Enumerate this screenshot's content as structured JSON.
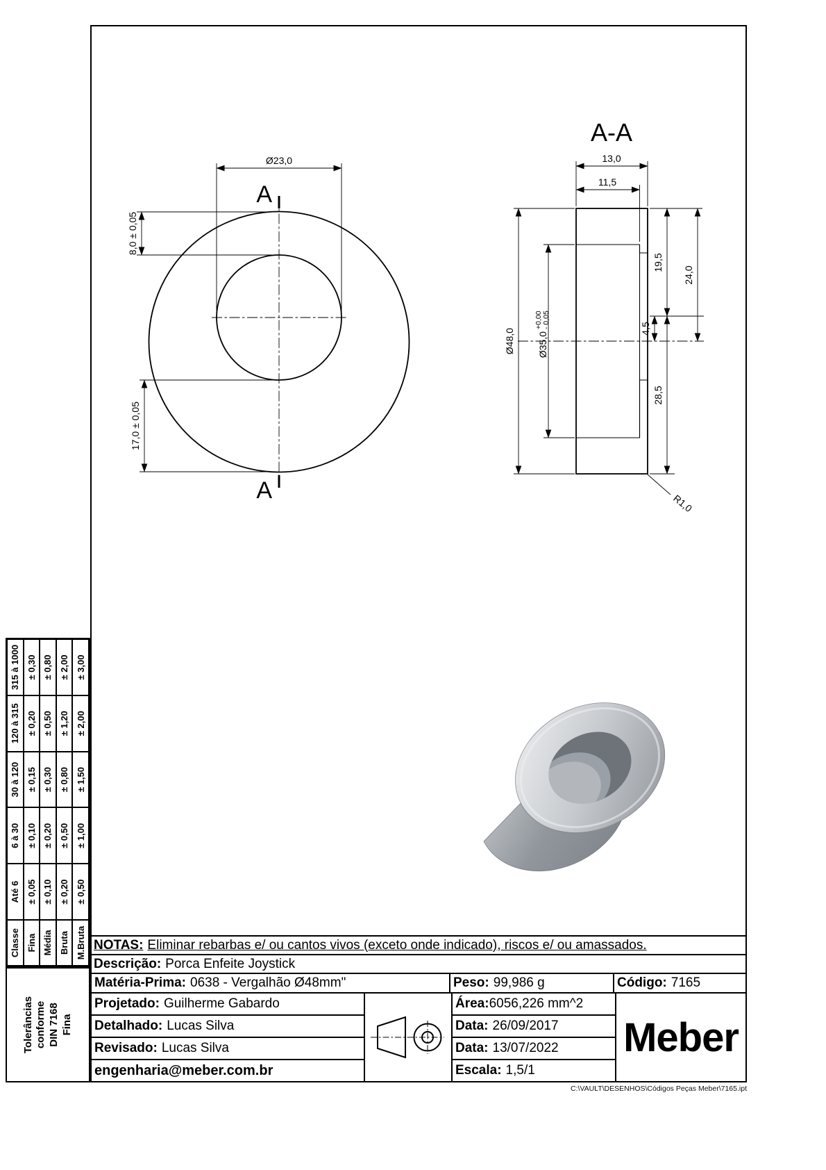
{
  "colors": {
    "hatch_green": "#4aa04d",
    "line": "#000000",
    "part_gray_light": "#e8eaec",
    "part_gray_dark": "#7c8187"
  },
  "front_view": {
    "section_label_top": "A",
    "section_label_bottom": "A",
    "dim_bore": "Ø23,0",
    "dim_offset_top": "8,0 ± 0,05",
    "dim_offset_bottom": "17,0 ± 0,05"
  },
  "section_view": {
    "title": "A-A",
    "dim_total_width": "13,0",
    "dim_bore_depth": "11,5",
    "dim_outer_diameter": "Ø48,0",
    "dim_counterbore_diameter": "Ø35,0",
    "dim_counterbore_tol_plus": "+0,00",
    "dim_counterbore_tol_minus": "- 0,05",
    "dim_top_to_hole_center": "19,5",
    "dim_top_to_part_center": "24,0",
    "dim_center_offset": "4,5",
    "dim_hole_center_to_bottom": "28,5",
    "dim_corner_radius": "R1,0"
  },
  "tolerance_table": {
    "header": [
      "Classe",
      "Até 6",
      "6 à 30",
      "30 à 120",
      "120 à 315",
      "315 à 1000"
    ],
    "rows": [
      [
        "Fina",
        "± 0,05",
        "± 0,10",
        "± 0,15",
        "± 0,20",
        "± 0,30"
      ],
      [
        "Média",
        "± 0,10",
        "± 0,20",
        "± 0,30",
        "± 0,50",
        "± 0,80"
      ],
      [
        "Bruta",
        "± 0,20",
        "± 0,50",
        "± 0,80",
        "± 1,20",
        "± 2,00"
      ],
      [
        "M.Bruta",
        "± 0,50",
        "± 1,00",
        "± 1,50",
        "± 2,00",
        "± 3,00"
      ]
    ],
    "side_note_lines": [
      "Tolerâncias",
      "conforme",
      "DIN 7168",
      "Fina"
    ]
  },
  "notes": {
    "label": "NOTAS:",
    "text": "Eliminar rebarbas e/ ou cantos vivos (exceto onde indicado), riscos e/ ou amassados."
  },
  "title_block": {
    "descricao_label": "Descrição:",
    "descricao": "Porca Enfeite Joystick",
    "materia_label": "Matéria-Prima:",
    "materia": "0638 - Vergalhão Ø48mm\"",
    "peso_label": "Peso:",
    "peso": "99,986 g",
    "codigo_label": "Código:",
    "codigo": "7165",
    "projetado_label": "Projetado:",
    "projetado": "Guilherme Gabardo",
    "detalhado_label": "Detalhado:",
    "detalhado": "Lucas Silva",
    "revisado_label": "Revisado:",
    "revisado": "Lucas Silva",
    "email": "engenharia@meber.com.br",
    "area_label": "Área:",
    "area": "6056,226 mm^2",
    "data1_label": "Data:",
    "data1": "26/09/2017",
    "data2_label": "Data:",
    "data2": "13/07/2022",
    "escala_label": "Escala:",
    "escala": "1,5/1",
    "logo": "Meber"
  },
  "footer": {
    "file_path": "C:\\VAULT\\DESENHOS\\Códigos Peças Meber\\7165.ipt"
  }
}
